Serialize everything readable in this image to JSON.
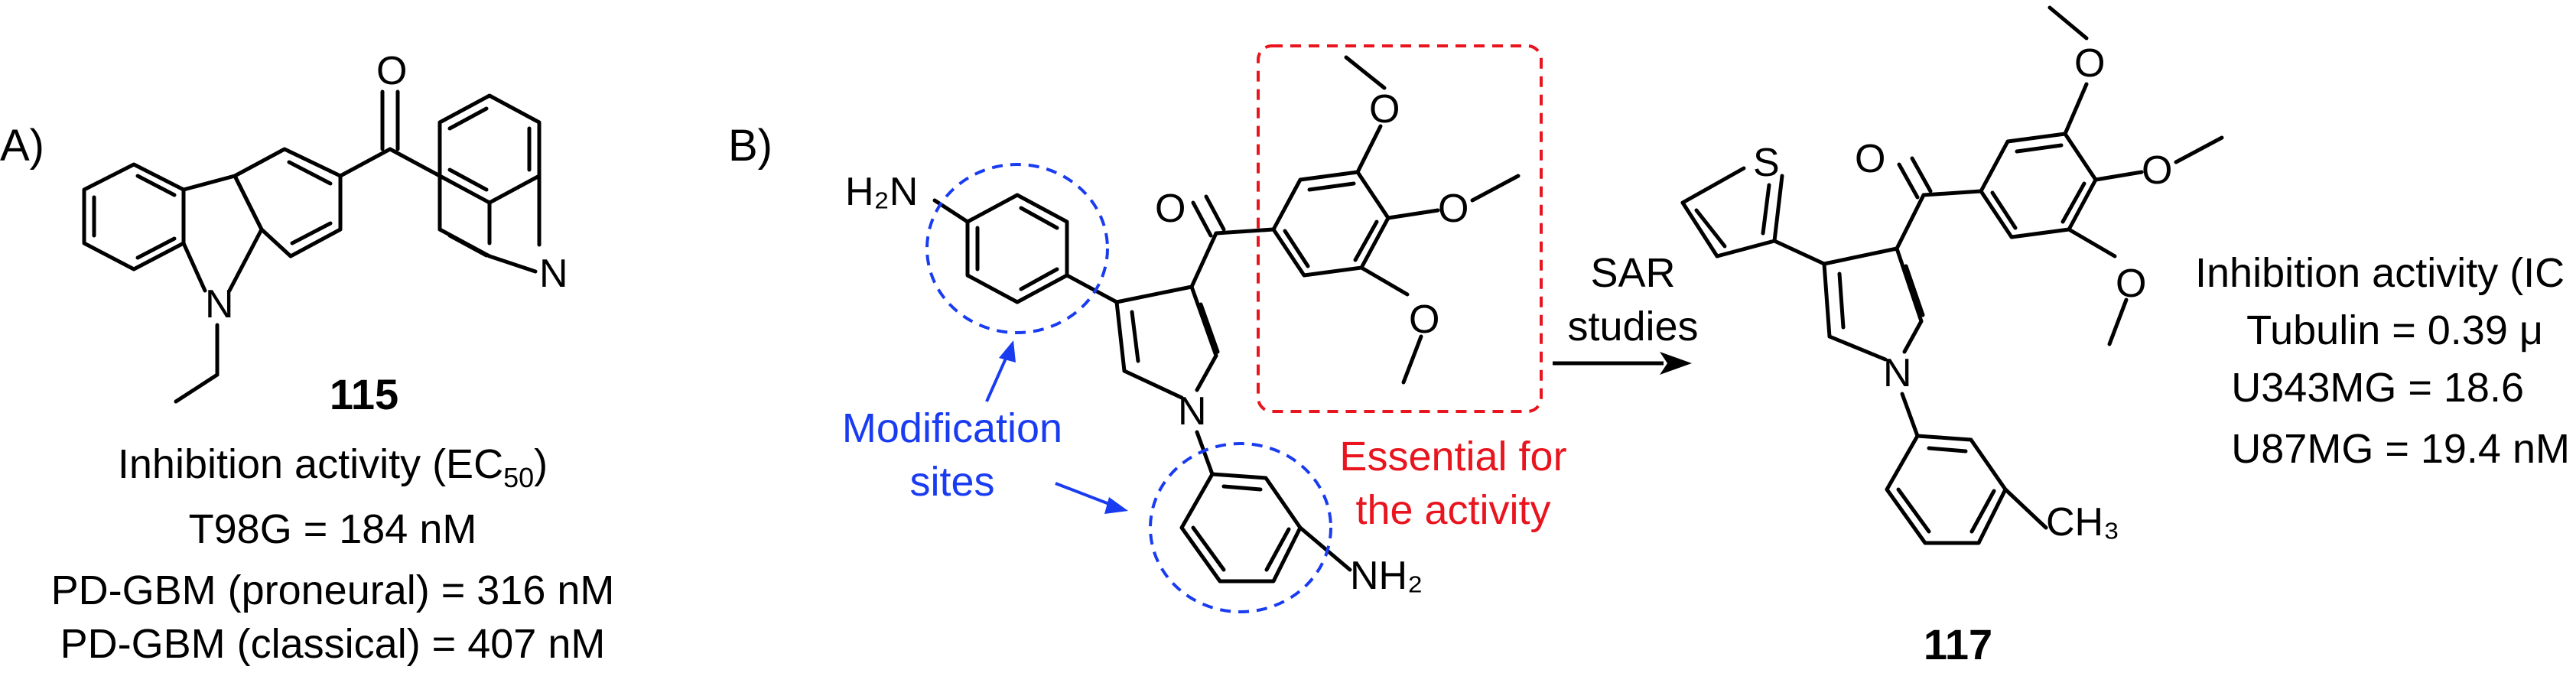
{
  "panels": {
    "a": "A)",
    "b": "B)"
  },
  "compound_115": {
    "id": "115",
    "activity_title_prefix": "Inhibition activity (EC",
    "activity_title_sub": "50",
    "activity_title_suffix": ")",
    "lines": [
      "T98G = 184 nM",
      "PD-GBM (proneural) = 316 nM",
      "PD-GBM (classical) = 407 nM"
    ]
  },
  "atoms": {
    "O": "O",
    "N": "N",
    "S": "S",
    "NH2_left": "H₂N",
    "NH2_right": "NH₂",
    "CH3": "CH₃"
  },
  "annotations": {
    "modification_line1": "Modification",
    "modification_line2": "sites",
    "essential_line1": "Essential for",
    "essential_line2": "the activity"
  },
  "arrow": {
    "line1": "SAR",
    "line2": "studies"
  },
  "compound_117": {
    "id": "117",
    "activity_title": "Inhibition activity (IC",
    "lines": [
      "Tubulin = 0.39 μ",
      "U343MG = 18.6",
      "U87MG = 19.4 nM"
    ]
  },
  "colors": {
    "modification": "#1a3cf0",
    "essential": "#e8141e",
    "structure": "#000000"
  }
}
